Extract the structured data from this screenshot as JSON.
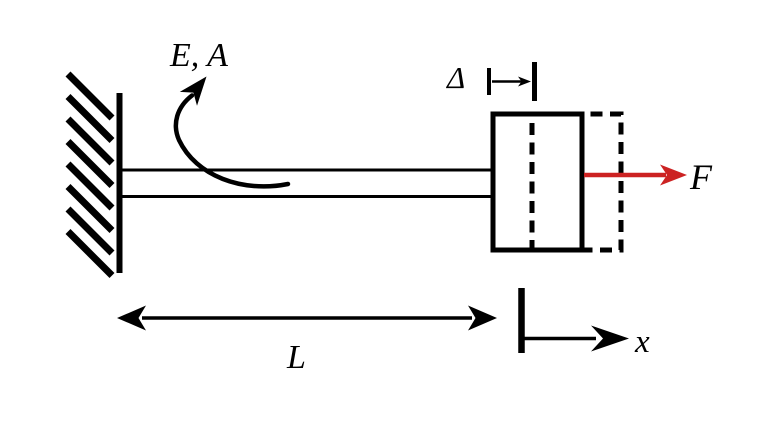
{
  "diagram": {
    "labels": {
      "material_properties": "E, A",
      "displacement": "Δ",
      "force": "F",
      "length": "L",
      "axis_x": "x"
    },
    "colors": {
      "ink": "#000000",
      "force_arrow": "#cc2222",
      "background": "#ffffff"
    }
  }
}
